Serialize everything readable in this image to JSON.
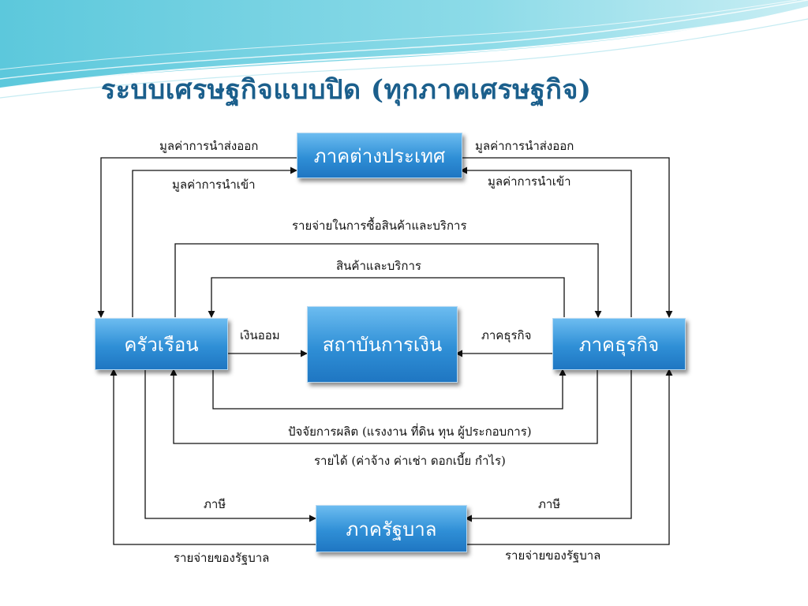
{
  "title": "ระบบเศรษฐกิจแบบปิด (ทุกภาคเศรษฐกิจ)",
  "nodes": {
    "foreign": "ภาคต่างประเทศ",
    "household": "ครัวเรือน",
    "financial": "สถาบันการเงิน",
    "business": "ภาคธุรกิจ",
    "government": "ภาครัฐบาล"
  },
  "labels": {
    "export_left": "มูลค่าการนำส่งออก",
    "import_left": "มูลค่าการนำเข้า",
    "export_right": "มูลค่าการนำส่งออก",
    "import_right": "มูลค่าการนำเข้า",
    "spending_goods": "รายจ่ายในการซื้อสินค้าและบริการ",
    "goods_services": "สินค้าและบริการ",
    "savings": "เงินออม",
    "business_funds": "ภาคธุรกิจ",
    "factors": "ปัจจัยการผลิต (แรงงาน ที่ดิน ทุน ผู้ประกอบการ)",
    "income": "รายได้ (ค่าจ้าง ค่าเช่า ดอกเบี้ย กำไร)",
    "tax_left": "ภาษี",
    "tax_right": "ภาษี",
    "gov_spending_left": "รายจ่ายของรัฐบาล",
    "gov_spending_right": "รายจ่ายของรัฐบาล"
  }
}
